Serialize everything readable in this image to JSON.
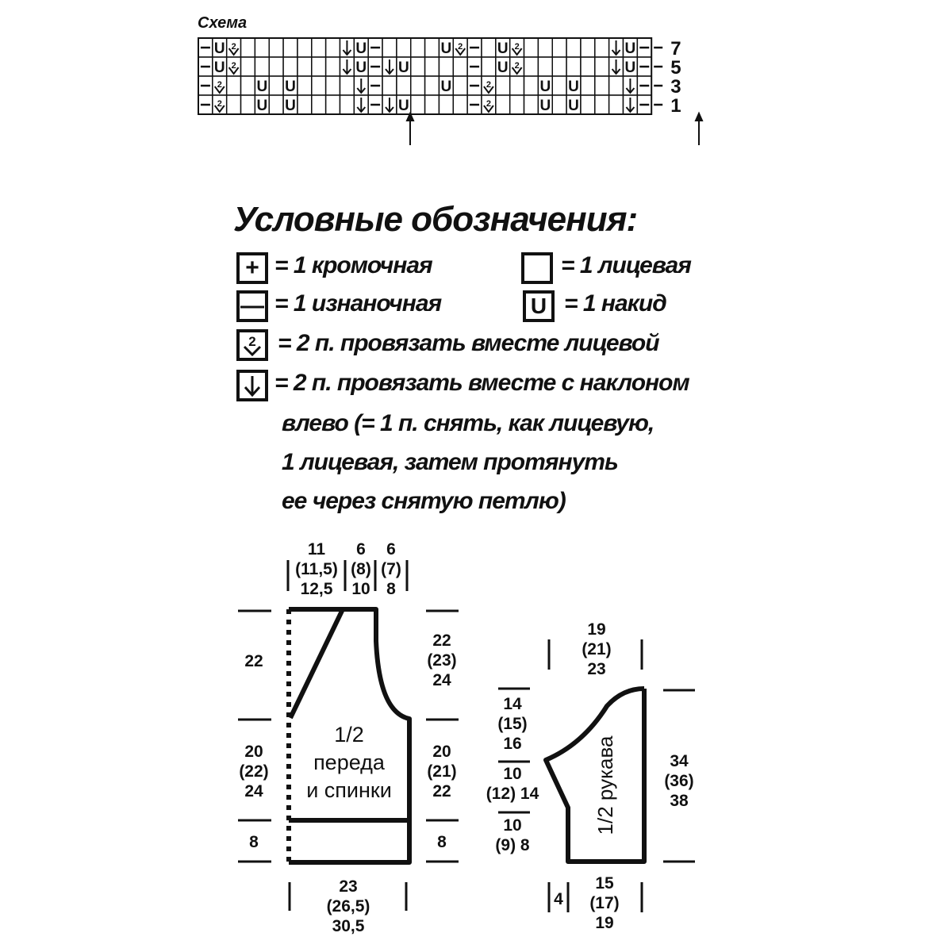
{
  "scheme": {
    "title": "Схема",
    "row_numbers": [
      "7",
      "5",
      "3",
      "1"
    ],
    "rows": [
      [
        "—",
        "U",
        "2",
        "",
        "",
        "",
        "",
        "",
        "",
        "",
        "↓",
        "U",
        "—",
        "",
        "",
        "",
        "",
        "U",
        "2",
        "—",
        "",
        "U",
        "2",
        "",
        "",
        "",
        "",
        "",
        "",
        "↓",
        "U",
        "—"
      ],
      [
        "—",
        "U",
        "2",
        "",
        "",
        "",
        "",
        "",
        "",
        "",
        "↓",
        "U",
        "—",
        "↓",
        "U",
        "",
        "",
        "",
        "",
        "—",
        "",
        "U",
        "2",
        "",
        "",
        "",
        "",
        "",
        "",
        "↓",
        "U",
        "—"
      ],
      [
        "—",
        "2",
        "",
        "",
        "U",
        "",
        "U",
        "",
        "",
        "",
        "",
        "↓",
        "—",
        "",
        "",
        "",
        "",
        "U",
        "",
        "—",
        "2",
        "",
        "",
        "",
        "U",
        "",
        "U",
        "",
        "",
        "",
        "↓",
        "—"
      ],
      [
        "—",
        "2",
        "",
        "",
        "U",
        "",
        "U",
        "",
        "",
        "",
        "",
        "↓",
        "—",
        "↓",
        "U",
        "",
        "",
        "",
        "",
        "—",
        "2",
        "",
        "",
        "",
        "U",
        "",
        "U",
        "",
        "",
        "",
        "↓",
        "—"
      ]
    ]
  },
  "legend": {
    "title": "Условные обозначения:",
    "items": [
      {
        "key": "edge",
        "symbol": "+",
        "text": "= 1 кромочная"
      },
      {
        "key": "knit",
        "symbol": "",
        "text": "= 1 лицевая"
      },
      {
        "key": "purl",
        "symbol": "—",
        "text": "= 1 изнаночная"
      },
      {
        "key": "yo",
        "symbol": "U",
        "text": "= 1 накид"
      },
      {
        "key": "k2tog",
        "symbol": "2",
        "text": "= 2 п. провязать вместе лицевой"
      },
      {
        "key": "ssk",
        "symbol": "↓",
        "text": "= 2 п. провязать вместе с наклоном"
      }
    ],
    "note_lines": [
      "влево (= 1 п. снять, как лицевую,",
      "1 лицевая, затем протянуть",
      "ее через снятую петлю)"
    ]
  },
  "body_pattern": {
    "label_lines": [
      "1/2",
      "переда",
      "и спинки"
    ],
    "top_widths": [
      {
        "lines": [
          "11",
          "(11,5)",
          "12,5"
        ]
      },
      {
        "lines": [
          "6",
          "(8)",
          "10"
        ]
      },
      {
        "lines": [
          "6",
          "(7)",
          "8"
        ]
      }
    ],
    "left_heights": [
      {
        "lines": [
          "22"
        ]
      },
      {
        "lines": [
          "20",
          "(22)",
          "24"
        ]
      },
      {
        "lines": [
          "8"
        ]
      }
    ],
    "right_heights": [
      {
        "lines": [
          "22",
          "(23)",
          "24"
        ]
      },
      {
        "lines": [
          "20",
          "(21)",
          "22"
        ]
      },
      {
        "lines": [
          "8"
        ]
      }
    ],
    "bottom_width": {
      "lines": [
        "23",
        "(26,5)",
        "30,5"
      ]
    }
  },
  "sleeve_pattern": {
    "label": "1/2 рукава",
    "top_width": {
      "lines": [
        "19",
        "(21)",
        "23"
      ]
    },
    "left_heights": [
      {
        "lines": [
          "14",
          "(15)",
          "16"
        ]
      },
      {
        "lines": [
          "10",
          "(12) 14"
        ]
      },
      {
        "lines": [
          "10",
          "(9) 8"
        ]
      }
    ],
    "right_height": {
      "lines": [
        "34",
        "(36)",
        "38"
      ]
    },
    "bottom_offset": {
      "lines": [
        "4"
      ]
    },
    "bottom_width": {
      "lines": [
        "15",
        "(17)",
        "19"
      ]
    }
  }
}
